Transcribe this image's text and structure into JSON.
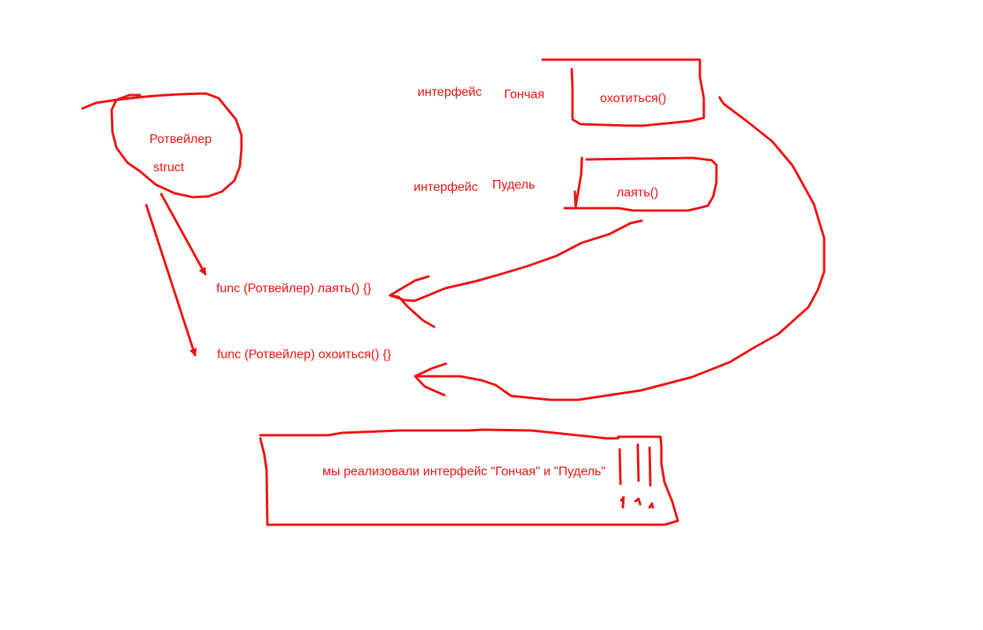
{
  "colors": {
    "ink": "#ee1111",
    "background": "#ffffff"
  },
  "rottweiler": {
    "name": "Ротвейлер",
    "kind": "struct"
  },
  "interfaces": [
    {
      "keyword": "интерфейс",
      "name": "Гончая",
      "method": "охотиться()"
    },
    {
      "keyword": "интерфейс",
      "name": "Пудель",
      "method": "лаять()"
    }
  ],
  "funcs": [
    {
      "text": "func (Ротвейлер) лаять() {}"
    },
    {
      "text": "func (Ротвейлер) охоиться() {}"
    }
  ],
  "summary": {
    "text": "мы реализовали интерфейс \"Гончая\" и \"Пудель\"",
    "marks": "!!!"
  }
}
